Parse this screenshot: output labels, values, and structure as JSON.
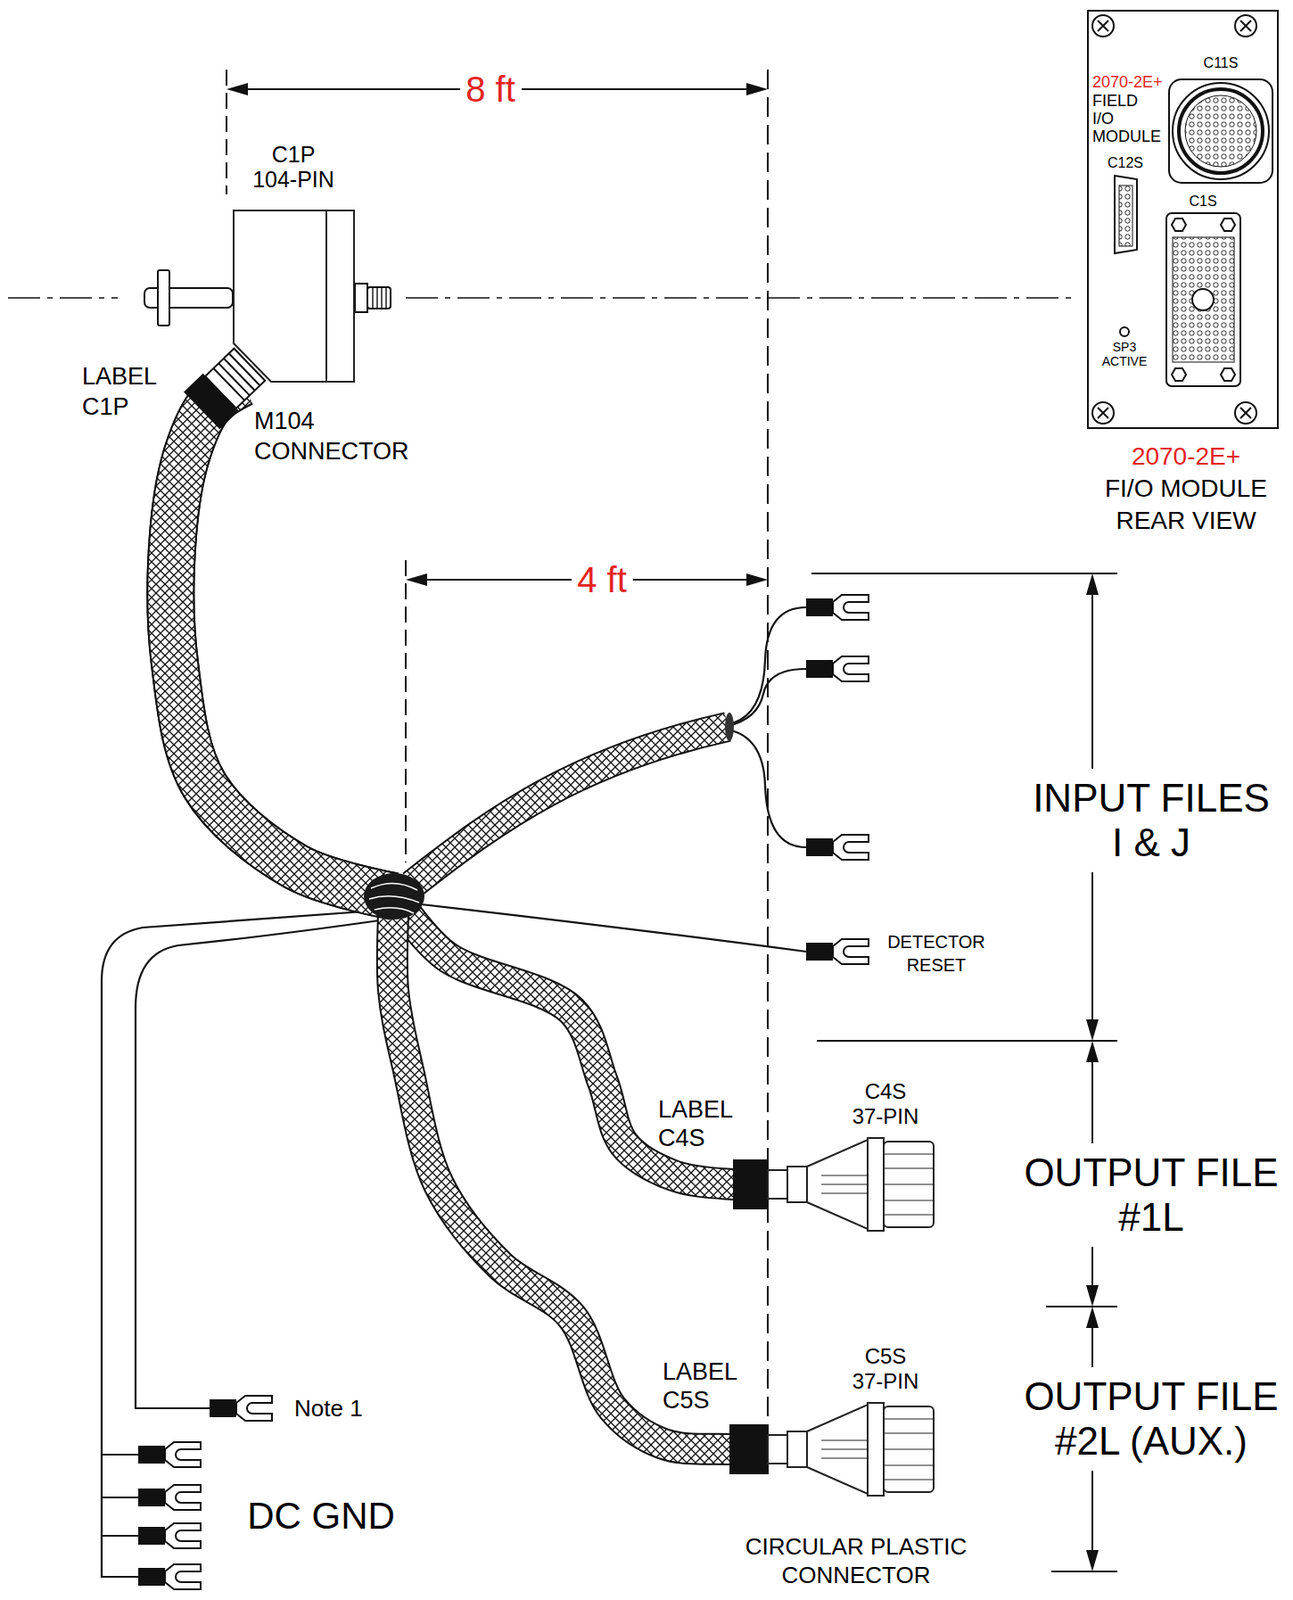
{
  "diagram": {
    "nodes": [
      {
        "text": [
          "C1P 104-PIN"
        ]
      },
      {
        "text": [
          "2070-2E+",
          "FIELD I/O MODULE",
          "C11S",
          "C12S",
          "C1S",
          "SP3 ACTIVE"
        ]
      },
      {
        "text": [
          "C4S 37-PIN"
        ]
      },
      {
        "text": [
          "C5S 37-PIN"
        ]
      }
    ],
    "edges": [
      {
        "from": 0,
        "to": 2,
        "arrow": "none"
      },
      {
        "from": 0,
        "to": 3,
        "arrow": "none"
      }
    ],
    "labels": [
      "8 ft",
      "LABEL C1P",
      "M104 CONNECTOR",
      "2070-2E+",
      "FI/O MODULE REAR VIEW",
      "4 ft",
      "INPUT FILES I & J",
      "DETECTOR RESET",
      "LABEL C4S",
      "OUTPUT FILE #1L",
      "LABEL C5S",
      "OUTPUT FILE #2L (AUX.)",
      "Note 1",
      "DC GND",
      "CIRCULAR PLASTIC CONNECTOR"
    ]
  }
}
